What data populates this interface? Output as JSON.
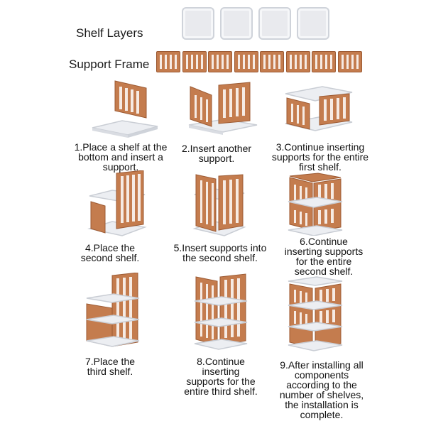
{
  "parts": {
    "shelf_layers_label": "Shelf Layers",
    "support_frame_label": "Support Frame",
    "shelf_count": 4,
    "frame_count": 8
  },
  "colors": {
    "wood": "#c47c4e",
    "wood_dark": "#9c5a33",
    "shelf": "#eceef2",
    "shelf_edge": "#c9cdd4"
  },
  "steps": [
    {
      "id": 1,
      "lines": [
        "1.Place a shelf at the",
        "bottom and insert a",
        "support."
      ]
    },
    {
      "id": 2,
      "lines": [
        "2.Insert another",
        "support."
      ]
    },
    {
      "id": 3,
      "lines": [
        "3.Continue inserting",
        "supports for the entire",
        "first shelf."
      ]
    },
    {
      "id": 4,
      "lines": [
        "4.Place the",
        "second shelf."
      ]
    },
    {
      "id": 5,
      "lines": [
        "5.Insert supports into",
        "the second shelf."
      ]
    },
    {
      "id": 6,
      "lines": [
        "6.Continue",
        "inserting supports",
        "for the entire",
        "second shelf."
      ]
    },
    {
      "id": 7,
      "lines": [
        "7.Place the",
        "third shelf."
      ]
    },
    {
      "id": 8,
      "lines": [
        "8.Continue",
        "inserting",
        "supports for the",
        "entire third shelf."
      ]
    },
    {
      "id": 9,
      "lines": [
        "9.After installing all",
        "components",
        "according to the",
        "number of shelves,",
        "the installation is",
        "complete."
      ]
    }
  ]
}
